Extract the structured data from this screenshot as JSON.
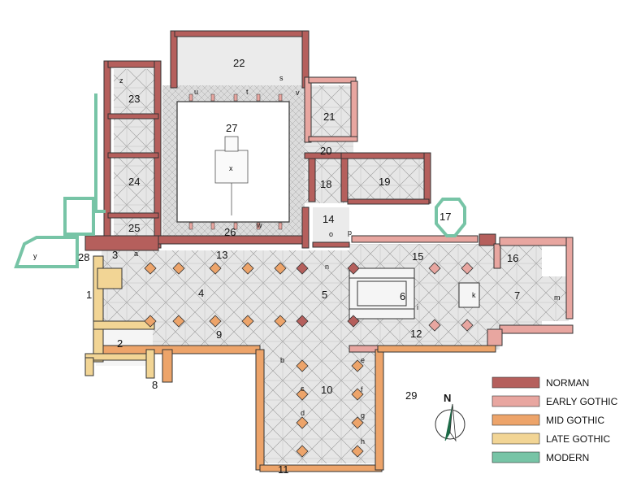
{
  "colors": {
    "norman": "#b55f5c",
    "early_gothic": "#e8a6a0",
    "mid_gothic": "#eda46a",
    "late_gothic": "#f2d595",
    "modern": "#77c4a6",
    "floor": "#d4d4d4",
    "outline": "#333333"
  },
  "numbers": [
    "1",
    "2",
    "3",
    "4",
    "5",
    "6",
    "7",
    "8",
    "9",
    "10",
    "11",
    "12",
    "13",
    "14",
    "15",
    "16",
    "17",
    "18",
    "19",
    "20",
    "21",
    "22",
    "23",
    "24",
    "25",
    "26",
    "27",
    "28",
    "29"
  ],
  "letters": {
    "a": "a",
    "b": "b",
    "c": "c",
    "d": "d",
    "e": "e",
    "f": "f",
    "g": "g",
    "h": "h",
    "i": "i",
    "k": "k",
    "m": "m",
    "n": "n",
    "o": "o",
    "p": "p",
    "s": "s",
    "t": "t",
    "u": "u",
    "v": "v",
    "w": "w",
    "x": "x",
    "y": "y",
    "z": "z"
  },
  "north_label": "N",
  "legend": [
    {
      "label": "NORMAN",
      "color": "#b55f5c"
    },
    {
      "label": "EARLY GOTHIC",
      "color": "#e8a6a0"
    },
    {
      "label": "MID GOTHIC",
      "color": "#eda46a"
    },
    {
      "label": "LATE GOTHIC",
      "color": "#f2d595"
    },
    {
      "label": "MODERN",
      "color": "#77c4a6"
    }
  ]
}
